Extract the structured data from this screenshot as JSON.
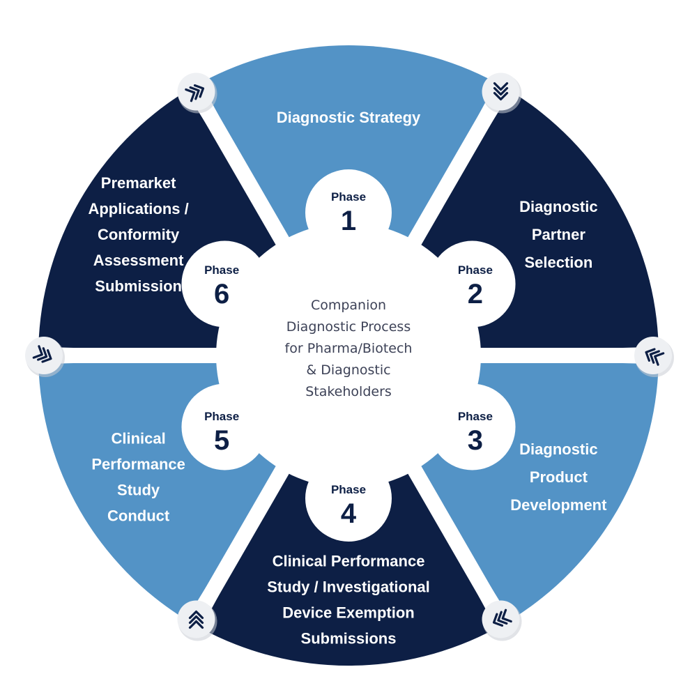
{
  "colors": {
    "dark": "#0d1f45",
    "light": "#5393c6",
    "hub": "#ffffff",
    "badge": "#eef0f3"
  },
  "center": {
    "lines": [
      "Companion",
      "Diagnostic Process",
      "for Pharma/Biotech",
      "& Diagnostic",
      "Stakeholders"
    ]
  },
  "phases": [
    {
      "word": "Phase",
      "number": "1",
      "lines": [
        "Diagnostic Strategy"
      ],
      "color": "light"
    },
    {
      "word": "Phase",
      "number": "2",
      "lines": [
        "Diagnostic",
        "Partner",
        "Selection"
      ],
      "color": "dark"
    },
    {
      "word": "Phase",
      "number": "3",
      "lines": [
        "Diagnostic",
        "Product",
        "Development"
      ],
      "color": "light"
    },
    {
      "word": "Phase",
      "number": "4",
      "lines": [
        "Clinical Performance",
        "Study / Investigational",
        "Device Exemption",
        "Submissions"
      ],
      "color": "dark"
    },
    {
      "word": "Phase",
      "number": "5",
      "lines": [
        "Clinical",
        "Performance",
        "Study",
        "Conduct"
      ],
      "color": "light"
    },
    {
      "word": "Phase",
      "number": "6",
      "lines": [
        "Premarket",
        "Applications /",
        "Conformity",
        "Assessment",
        "Submission"
      ],
      "color": "dark"
    }
  ],
  "badges": [
    {
      "icon": "chevrons-right-icon"
    },
    {
      "icon": "chevrons-down-icon"
    },
    {
      "icon": "chevrons-left-icon"
    },
    {
      "icon": "chevrons-left-icon"
    },
    {
      "icon": "chevrons-up-icon"
    },
    {
      "icon": "chevrons-right-icon"
    }
  ]
}
